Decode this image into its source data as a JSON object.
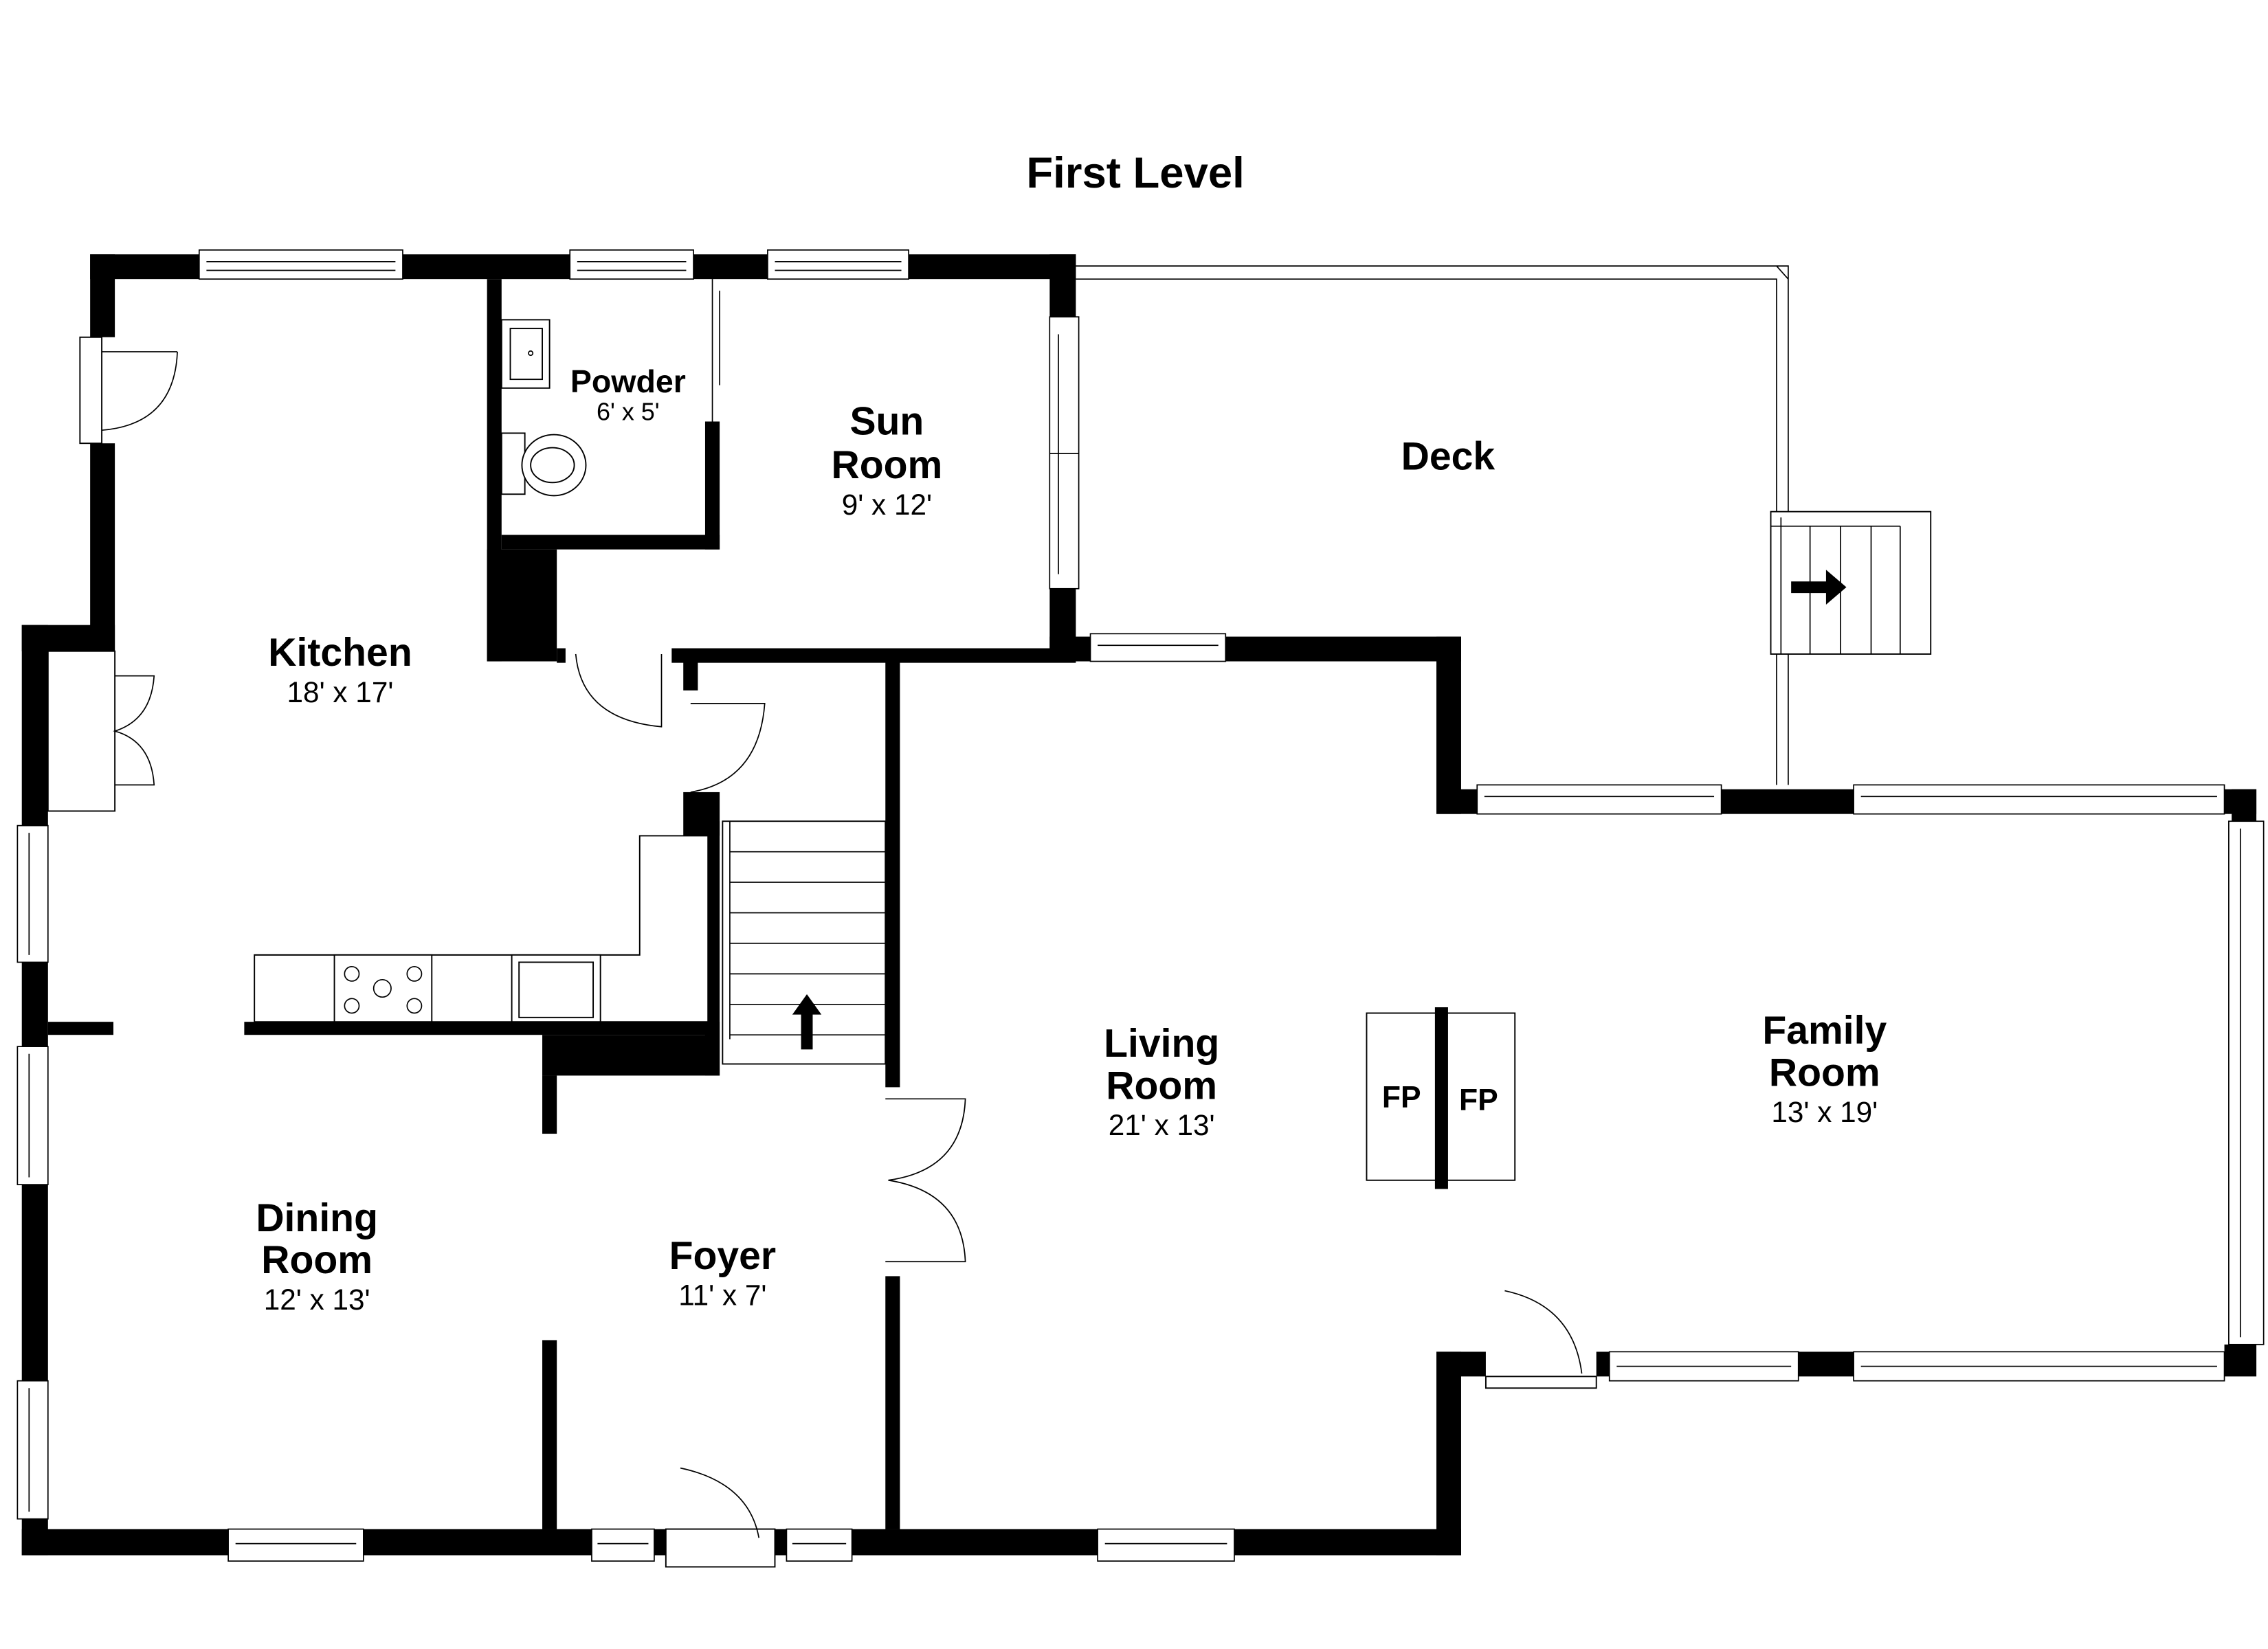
{
  "title": "First Level",
  "rooms": {
    "kitchen": {
      "name": "Kitchen",
      "size": "18' x 17'"
    },
    "powder": {
      "name": "Powder",
      "size": "6' x 5'"
    },
    "sun_room": {
      "name1": "Sun",
      "name2": "Room",
      "size": "9' x 12'"
    },
    "deck": {
      "name": "Deck"
    },
    "living_room": {
      "name1": "Living",
      "name2": "Room",
      "size": "21' x 13'"
    },
    "family_room": {
      "name1": "Family",
      "name2": "Room",
      "size": "13' x 19'"
    },
    "dining_room": {
      "name1": "Dining",
      "name2": "Room",
      "size": "12' x 13'"
    },
    "foyer": {
      "name": "Foyer",
      "size": "11' x 7'"
    }
  },
  "fireplaces": [
    "FP",
    "FP"
  ]
}
